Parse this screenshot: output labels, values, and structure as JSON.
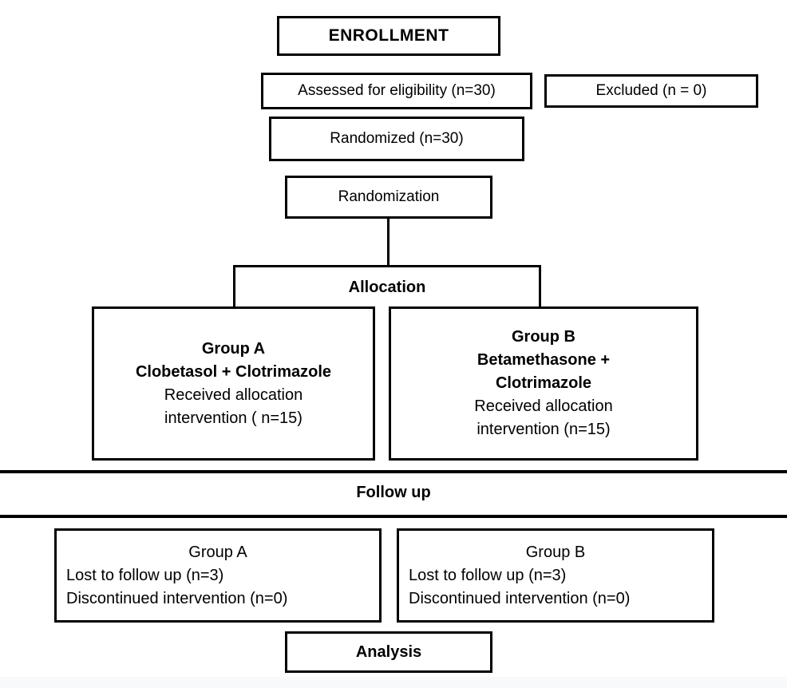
{
  "diagram": {
    "type": "consort-flowchart",
    "enrollment": {
      "label": "ENROLLMENT"
    },
    "assessed": {
      "label": "Assessed for eligibility (n=30)"
    },
    "excluded": {
      "label": "Excluded (n = 0)"
    },
    "randomized": {
      "label": "Randomized (n=30)"
    },
    "randomization": {
      "label": "Randomization"
    },
    "allocation": {
      "label": "Allocation"
    },
    "group_a_allocation": {
      "lines": [
        "Group A",
        "Clobetasol + Clotrimazole",
        "Received allocation",
        "intervention ( n=15)"
      ]
    },
    "group_b_allocation": {
      "lines": [
        "Group B",
        "Betamethasone +",
        "Clotrimazole",
        "Received allocation",
        "intervention (n=15)"
      ]
    },
    "follow_up": {
      "label": "Follow up"
    },
    "group_a_followup": {
      "lines": [
        "Group A",
        "Lost to follow up (n=3)",
        "Discontinued intervention (n=0)"
      ]
    },
    "group_b_followup": {
      "lines": [
        "Group B",
        "Lost to follow up (n=3)",
        "Discontinued intervention (n=0)"
      ]
    },
    "analysis": {
      "label": "Analysis"
    }
  },
  "colors": {
    "border": "#000000",
    "text": "#000000",
    "background": "#ffffff",
    "footer_strip": "#f8f9fb"
  }
}
